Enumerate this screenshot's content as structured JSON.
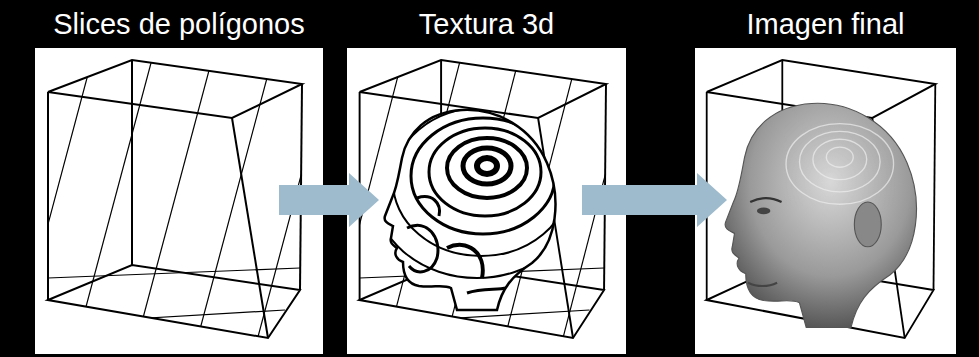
{
  "diagram": {
    "nodes": [
      {
        "text": [
          "Slices de polígonos"
        ]
      },
      {
        "text": [
          "Textura 3d"
        ]
      },
      {
        "text": [
          "Imagen final"
        ]
      }
    ],
    "edges": [
      {
        "from": 0,
        "to": 1,
        "arrow": "to"
      },
      {
        "from": 1,
        "to": 2,
        "arrow": "to"
      }
    ]
  }
}
